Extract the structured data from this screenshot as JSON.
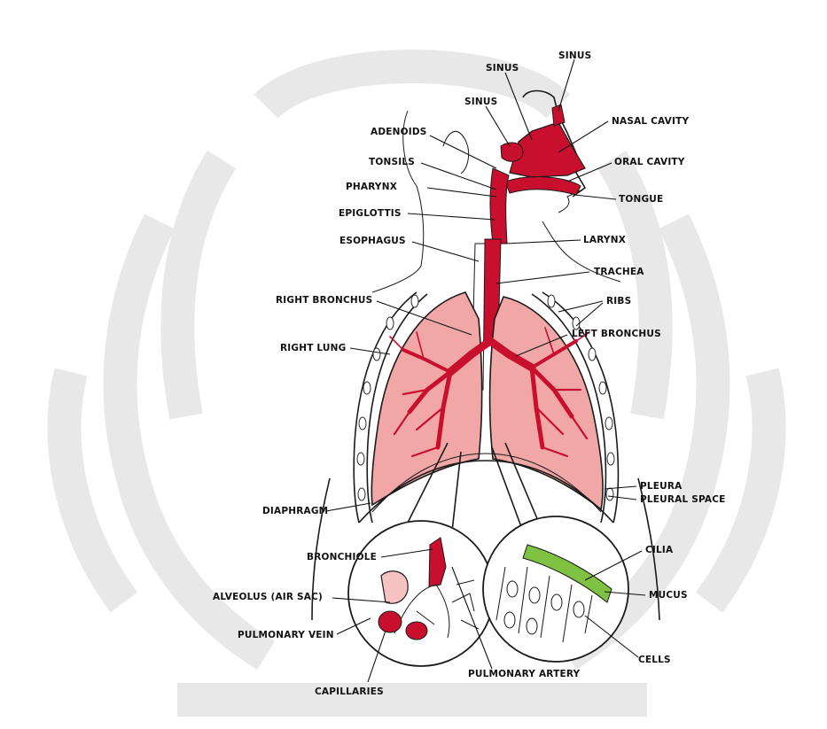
{
  "labels": {
    "sinus_top_right": "SINUS",
    "sinus_top_center": "SINUS",
    "sinus_left": "SINUS",
    "nasal_cavity": "NASAL CAVITY",
    "adenoids": "ADENOIDS",
    "tonsils": "TONSILS",
    "oral_cavity": "ORAL CAVITY",
    "pharynx": "PHARYNX",
    "tongue": "TONGUE",
    "epiglottis": "EPIGLOTTIS",
    "esophagus": "ESOPHAGUS",
    "larynx": "LARYNX",
    "trachea": "TRACHEA",
    "right_bronchus": "RIGHT BRONCHUS",
    "ribs": "RIBS",
    "right_lung": "RIGHT LUNG",
    "left_bronchus": "LEFT BRONCHUS",
    "diaphragm": "DIAPHRAGM",
    "pleura": "PLEURA",
    "pleural_space": "PLEURAL SPACE",
    "bronchiole": "BRONCHIOLE",
    "cilia": "CILIA",
    "alveolus": "ALVEOLUS (AIR SAC)",
    "mucus": "MUCUS",
    "pulmonary_vein": "PULMONARY VEIN",
    "cells": "CELLS",
    "pulmonary_artery": "PULMONARY ARTERY",
    "capillaries": "CAPILLARIES"
  },
  "colors": {
    "airway_red": "#c8102e",
    "lung_pink": "#f2a7a7",
    "lung_fill_light": "#f6c2c2",
    "mucus_green": "#7fc241",
    "watermark_gray": "#e8e8e8"
  }
}
